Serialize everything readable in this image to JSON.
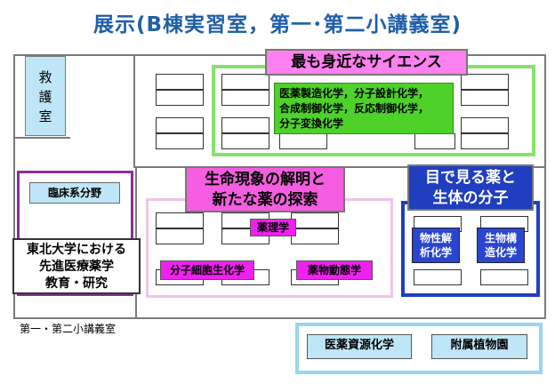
{
  "title": "展示(B棟実習室，第一･第二小講義室)",
  "room_label": "救\n護\n室",
  "section_green": {
    "header": "最も身近なサイエンス",
    "lines": [
      "医薬製造化学，分子設計化学，",
      "合成制御化学，反応制御化学，",
      "分子変換化学"
    ]
  },
  "section_pink": {
    "header_lines": [
      "生命現象の解明と",
      "新たな薬の探索"
    ],
    "labels": [
      "薬理学",
      "分子細胞生化学",
      "薬物動態学"
    ]
  },
  "section_blue": {
    "header_lines": [
      "目で見る薬と",
      "生体の分子"
    ],
    "labels": [
      [
        "物性解",
        "析化学"
      ],
      [
        "生物構",
        "造化学"
      ]
    ]
  },
  "section_purple": {
    "label": "臨床系分野",
    "panel_lines": [
      "東北大学における",
      "先進医療薬学",
      "教育・研究"
    ]
  },
  "caption": "第一・第二小講義室",
  "bottom": [
    "医薬資源化学",
    "附属植物園"
  ],
  "colors": {
    "title": "#1f5fa8",
    "green_frame": "#88e070",
    "green_box": "#4ed22a",
    "header_pink": "#ff80f0",
    "pink_frame": "#f3c3ea",
    "magenta": "#ee22ee",
    "blue": "#1f3fc0",
    "purple": "#8a2f95",
    "light_blue": "#bfe6f6"
  }
}
